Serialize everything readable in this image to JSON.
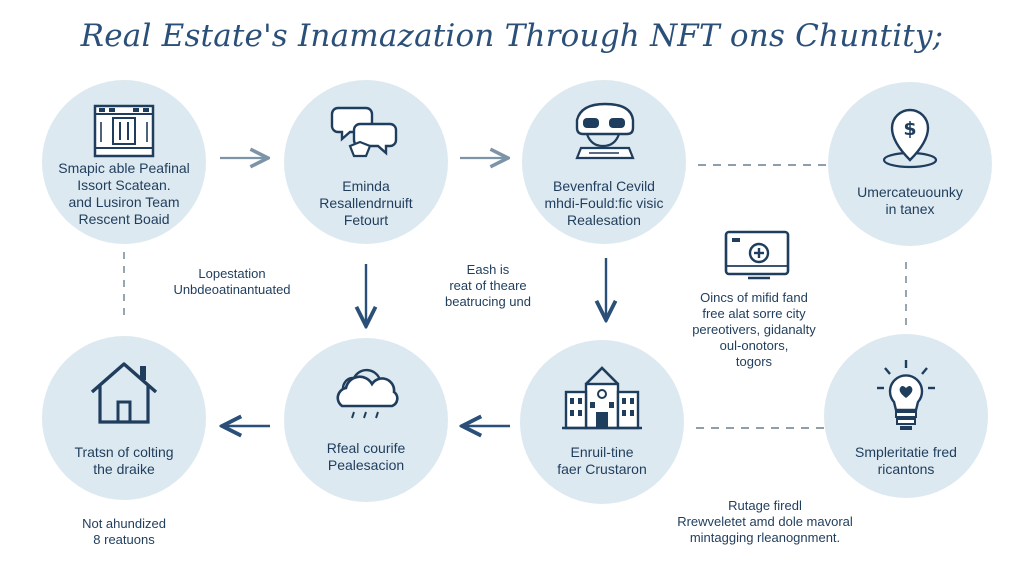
{
  "title": "Real Estate's Inamazation Through NFT ons Chuntity;",
  "nodes": [
    {
      "id": "n1",
      "icon": "building-panel-icon",
      "lines": [
        "Smapic able Peafinal",
        "Issort Scatean.",
        "and Lusiron Team",
        "Rescent Boaid"
      ]
    },
    {
      "id": "n2",
      "icon": "speech-bubbles-icon",
      "lines": [
        "Eminda",
        "Resallendrnuift",
        "Fetourt"
      ]
    },
    {
      "id": "n3",
      "icon": "vr-headset-icon",
      "lines": [
        "Bevenfral Cevild",
        "mhdi-Fould:fic visic",
        "Realesation"
      ]
    },
    {
      "id": "n4",
      "icon": "dollar-pin-icon",
      "lines": [
        "Umercateuounky",
        "in tanex"
      ]
    },
    {
      "id": "n5",
      "icon": "house-icon",
      "lines": [
        "Tratsn of colting",
        "the draike"
      ]
    },
    {
      "id": "n6",
      "icon": "cloud-rain-icon",
      "lines": [
        "Rfeal courife",
        "Pealesacion"
      ]
    },
    {
      "id": "n7",
      "icon": "city-building-icon",
      "lines": [
        "Enruil-tine",
        "faer Crustaron"
      ]
    },
    {
      "id": "n8",
      "icon": "lightbulb-icon",
      "lines": [
        "Smpleritatie fred",
        "ricantons"
      ]
    }
  ],
  "notes": {
    "note1": [
      "Lopestation",
      "Unbdeoatinantuated"
    ],
    "note2": [
      "Eash is",
      "reat of theare",
      "beatrucing und"
    ],
    "note3": [
      "Oincs of mifid fand",
      "free alat sorre city",
      "pereotivers, gidanalty",
      "oul-onotors,",
      "togors"
    ],
    "note4": [
      "Not ahundized",
      "8 reatuons"
    ],
    "note5": [
      "Rutage firedl",
      "Rrewveletet amd dole mavoral",
      "mintagging rleanognment."
    ]
  },
  "extra_icons": [
    "screen-plus-icon"
  ],
  "colors": {
    "circle": "#dde9f0",
    "ink": "#1f3d5c",
    "arrow": "#2a4f78",
    "arrow_light": "#7d94a8",
    "dash": "#6c7f90"
  }
}
